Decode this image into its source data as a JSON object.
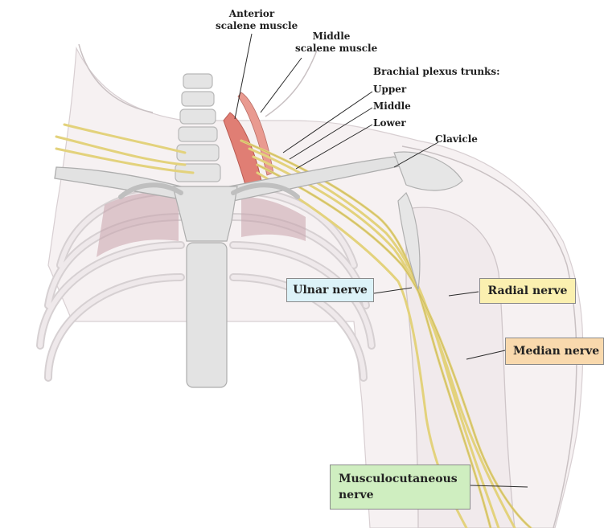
{
  "labels": {
    "anterior_scalene_l1": "Anterior",
    "anterior_scalene_l2": "scalene muscle",
    "middle_scalene_l1": "Middle",
    "middle_scalene_l2": "scalene muscle",
    "brachial_heading": "Brachial plexus trunks:",
    "trunk_upper": "Upper",
    "trunk_middle": "Middle",
    "trunk_lower": "Lower",
    "clavicle": "Clavicle"
  },
  "boxes": {
    "ulnar": "Ulnar nerve",
    "radial": "Radial nerve",
    "median": "Median nerve",
    "musculo_l1": "Musculocutaneous",
    "musculo_l2": "nerve"
  },
  "colors": {
    "nerve": "#e3d27c",
    "muscle": "#e07e74",
    "bone": "#dedede",
    "ulnar_box": "#dcf2f8",
    "radial_box": "#fbf0b0",
    "median_box": "#f9d9ad",
    "musculo_box": "#cfeec0"
  }
}
